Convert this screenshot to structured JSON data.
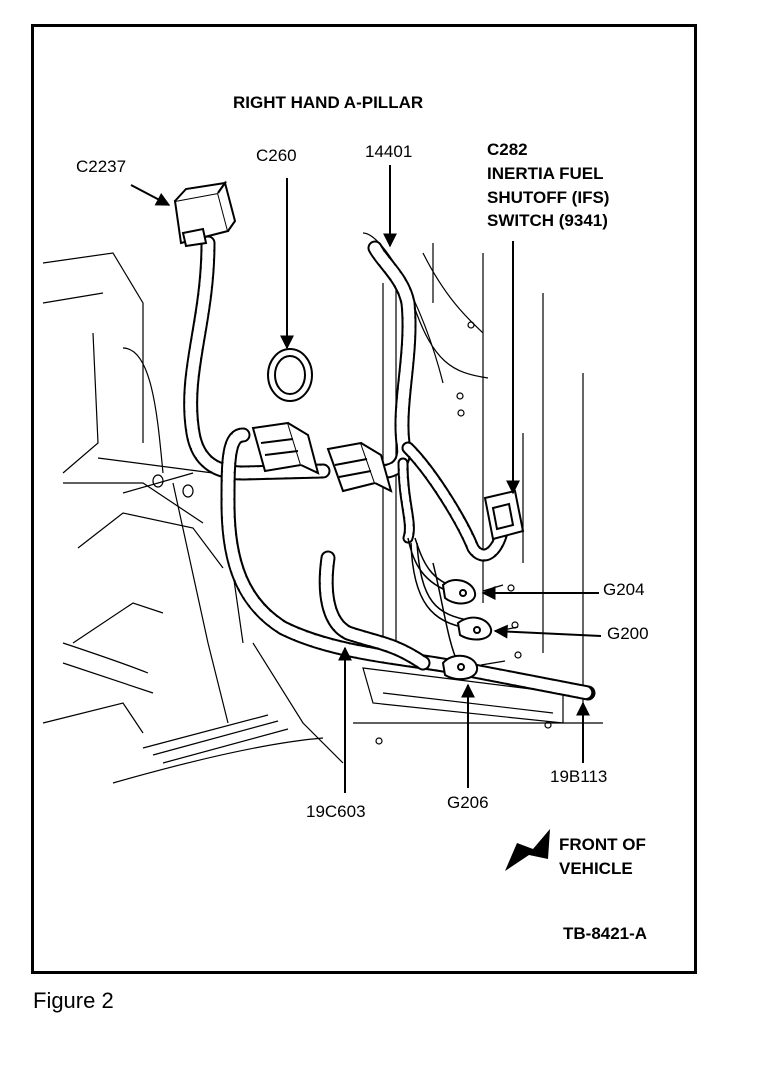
{
  "title": "RIGHT HAND A-PILLAR",
  "labels": {
    "c2237": "C2237",
    "c260": "C260",
    "l14401": "14401",
    "c282_line1": "C282",
    "c282_line2": "INERTIA FUEL",
    "c282_line3": "SHUTOFF (IFS)",
    "c282_line4": "SWITCH (9341)",
    "g204": "G204",
    "g200": "G200",
    "g206": "G206",
    "l19c603": "19C603",
    "l19b113": "19B113"
  },
  "front": {
    "line1": "FRONT OF",
    "line2": "VEHICLE"
  },
  "figure_id": "TB-8421-A",
  "caption": "Figure 2"
}
